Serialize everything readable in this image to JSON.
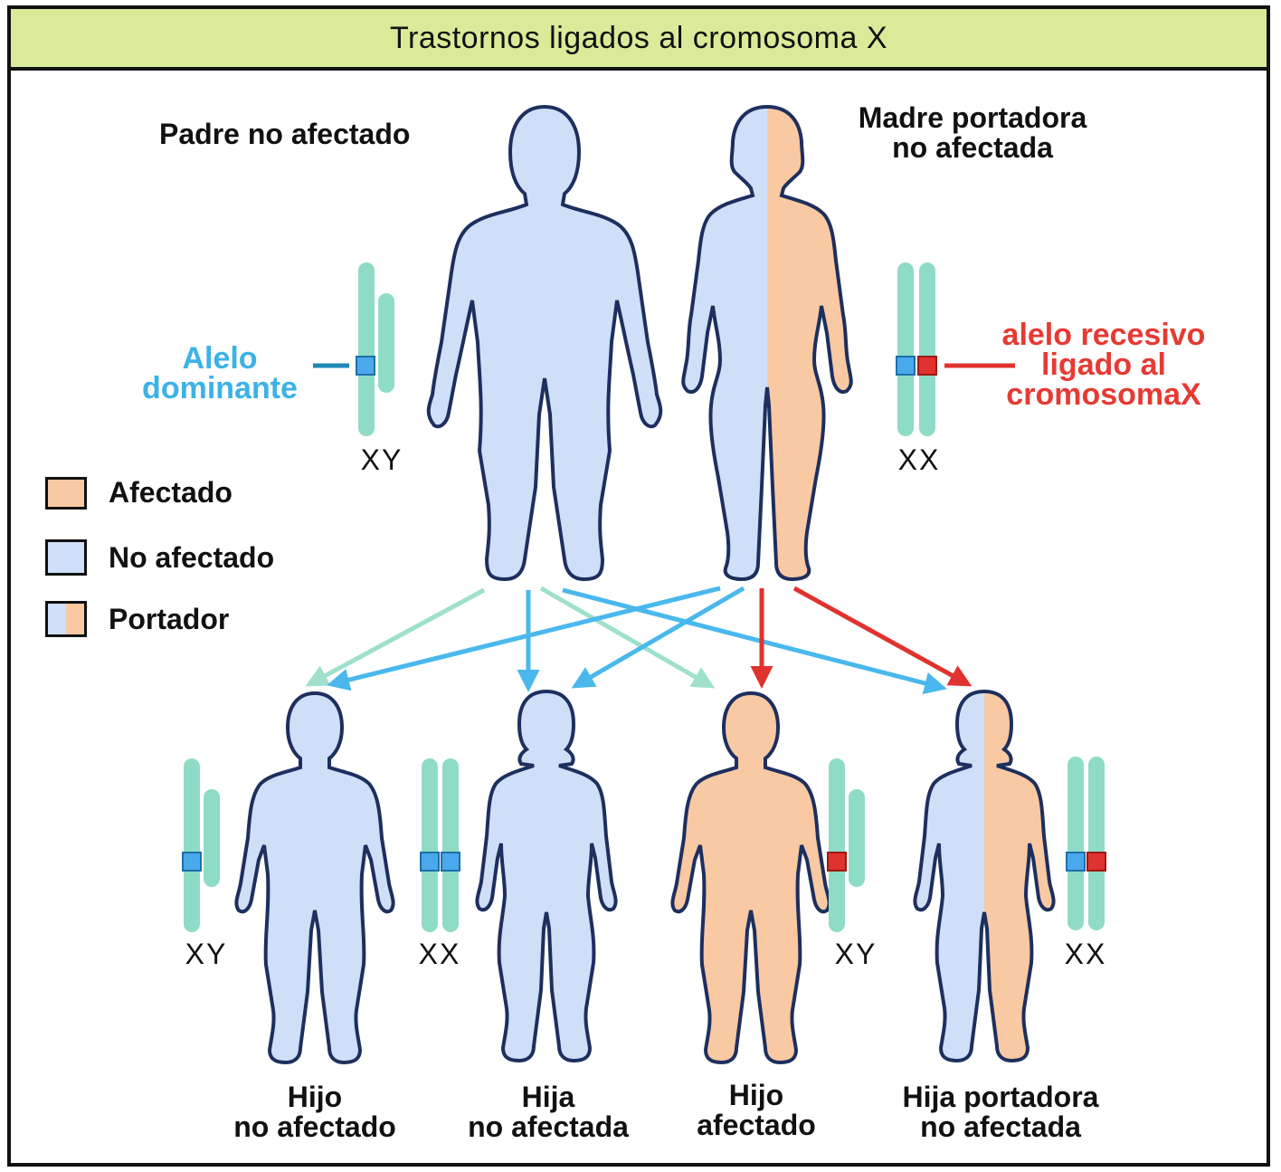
{
  "title": "Trastornos ligados al cromosoma X",
  "parents": {
    "father": {
      "label": "Padre no afectado",
      "genotype": "XY"
    },
    "mother": {
      "label_line1": "Madre portadora",
      "label_line2": "no afectada",
      "genotype": "XX"
    }
  },
  "annotations": {
    "dominant_line1": "Alelo",
    "dominant_line2": "dominante",
    "recessive_line1": "alelo recesivo",
    "recessive_line2": "ligado al",
    "recessive_line3": "cromosomaX"
  },
  "legend": {
    "affected": "Afectado",
    "unaffected": "No afectado",
    "carrier": "Portador"
  },
  "children": [
    {
      "line1": "Hijo",
      "line2": "no afectado",
      "genotype": "XY"
    },
    {
      "line1": "Hija",
      "line2": "no afectada",
      "genotype": "XX"
    },
    {
      "line1": "Hijo",
      "line2": "afectado",
      "genotype": "XY"
    },
    {
      "line1": "Hija portadora",
      "line2": "no afectada",
      "genotype": "XX"
    }
  ],
  "colors": {
    "unaffected": "#cfdff8",
    "affected": "#f9c9a3",
    "outline": "#1d2f5e",
    "chromosome": "#8fdcc6",
    "dominant_allele": "#4aa8ec",
    "recessive_allele": "#e0322e",
    "arrow_light": "#9fe0cc",
    "arrow_blue": "#4ab8ec",
    "arrow_red": "#e0322e",
    "title_bg": "#d9eb98"
  }
}
